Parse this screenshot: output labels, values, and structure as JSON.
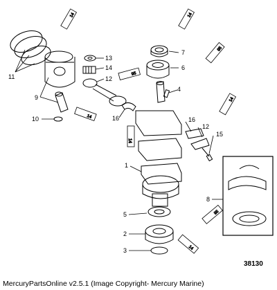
{
  "callouts": [
    "1",
    "2",
    "3",
    "4",
    "5",
    "6",
    "7",
    "8",
    "9",
    "10",
    "11",
    "12",
    "13",
    "14",
    "15",
    "16"
  ],
  "tube_codes": [
    "14",
    "95"
  ],
  "figure_id": "38130",
  "credit": "MercuryPartsOnline v2.5.1 (Image Copyright- Mercury Marine)"
}
